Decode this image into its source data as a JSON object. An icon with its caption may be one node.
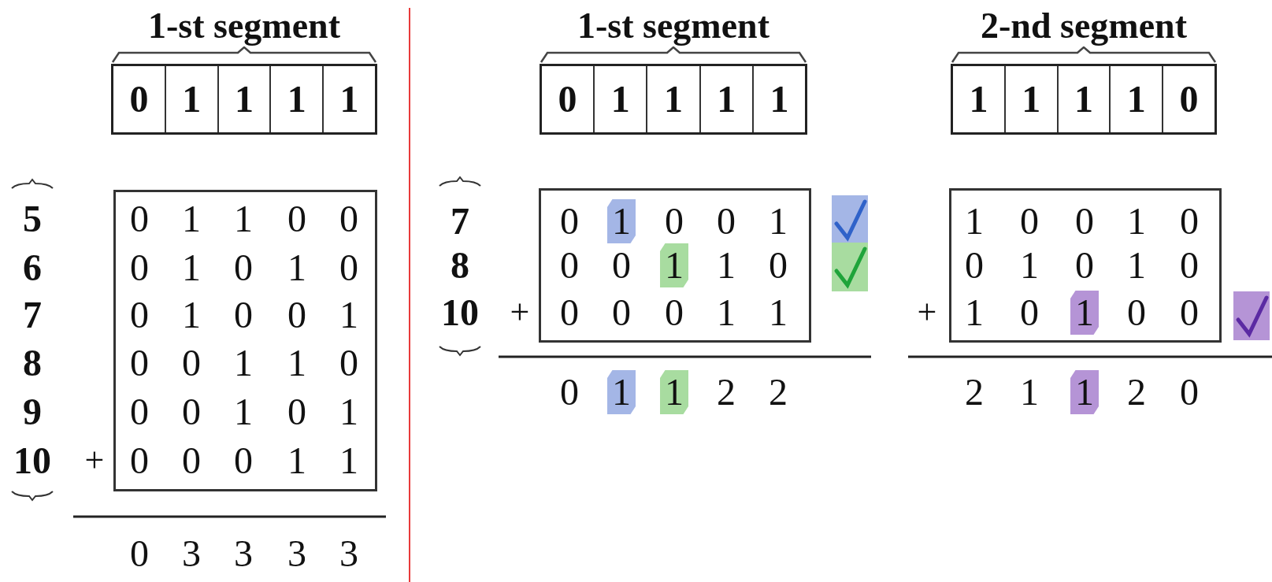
{
  "diagram": {
    "nodes": [
      {
        "text": [
          "1-st segment",
          "0",
          "1",
          "1",
          "1",
          "1"
        ]
      },
      {
        "text": [
          "0",
          "1",
          "1",
          "0",
          "0",
          "0",
          "1",
          "0",
          "1",
          "0",
          "0",
          "1",
          "0",
          "0",
          "1",
          "0",
          "0",
          "1",
          "1",
          "0",
          "0",
          "0",
          "1",
          "0",
          "1",
          "0",
          "0",
          "0",
          "1",
          "1"
        ]
      },
      {
        "text": [
          "1-st segment",
          "0",
          "1",
          "1",
          "1",
          "1"
        ]
      },
      {
        "text": [
          "0",
          "1",
          "0",
          "0",
          "1",
          "0",
          "0",
          "1",
          "1",
          "0",
          "0",
          "0",
          "0",
          "1",
          "1"
        ]
      },
      {
        "text": [
          "2-nd segment",
          "1",
          "1",
          "1",
          "1",
          "0"
        ]
      },
      {
        "text": [
          "1",
          "0",
          "0",
          "1",
          "0",
          "0",
          "1",
          "0",
          "1",
          "0",
          "1",
          "0",
          "1",
          "0",
          "0"
        ]
      }
    ],
    "labels": [
      "5",
      "6",
      "7",
      "8",
      "9",
      "10",
      "+",
      "0",
      "3",
      "3",
      "3",
      "3",
      "7",
      "8",
      "10",
      "+",
      "0",
      "1",
      "1",
      "2",
      "2",
      "+",
      "2",
      "1",
      "1",
      "2",
      "0"
    ]
  }
}
